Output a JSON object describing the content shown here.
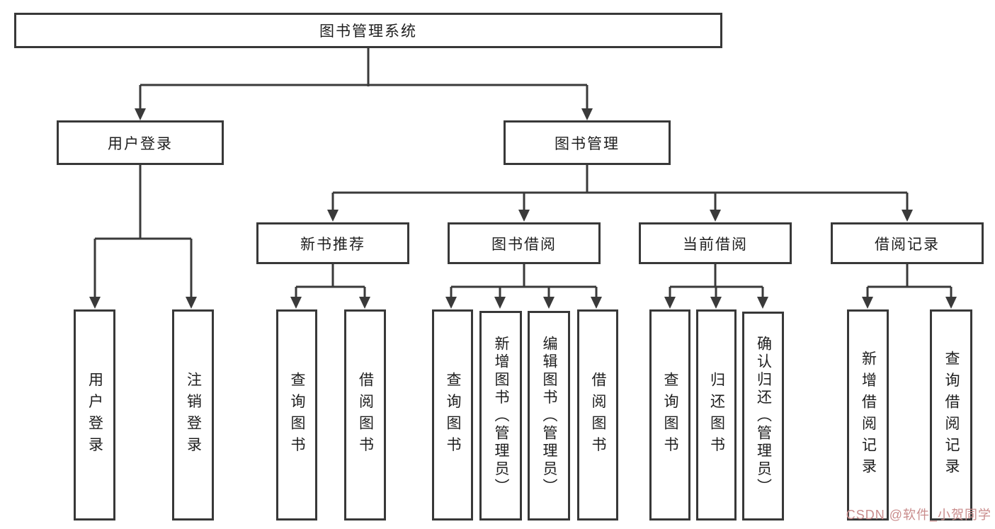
{
  "tree": {
    "root": {
      "label": "图书管理系统"
    },
    "children": [
      {
        "label": "用户登录",
        "children": [
          {
            "label": "用户登录"
          },
          {
            "label": "注销登录"
          }
        ]
      },
      {
        "label": "图书管理",
        "children": [
          {
            "label": "新书推荐",
            "children": [
              {
                "label": "查询图书"
              },
              {
                "label": "借阅图书"
              }
            ]
          },
          {
            "label": "图书借阅",
            "children": [
              {
                "label": "查询图书"
              },
              {
                "label": "新增图书（管理员）"
              },
              {
                "label": "编辑图书（管理员）"
              },
              {
                "label": "借阅图书"
              }
            ]
          },
          {
            "label": "当前借阅",
            "children": [
              {
                "label": "查询图书"
              },
              {
                "label": "归还图书"
              },
              {
                "label": "确认归还（管理员）"
              }
            ]
          },
          {
            "label": "借阅记录",
            "children": [
              {
                "label": "新增借阅记录"
              },
              {
                "label": "查询借阅记录"
              }
            ]
          }
        ]
      }
    ]
  },
  "watermark": "CSDN @软件_小贺同学",
  "colors": {
    "line": "#3a3a3a",
    "box_border": "#383838",
    "text": "#1e1e1e",
    "watermark": "#c98c8c",
    "background": "#ffffff"
  }
}
